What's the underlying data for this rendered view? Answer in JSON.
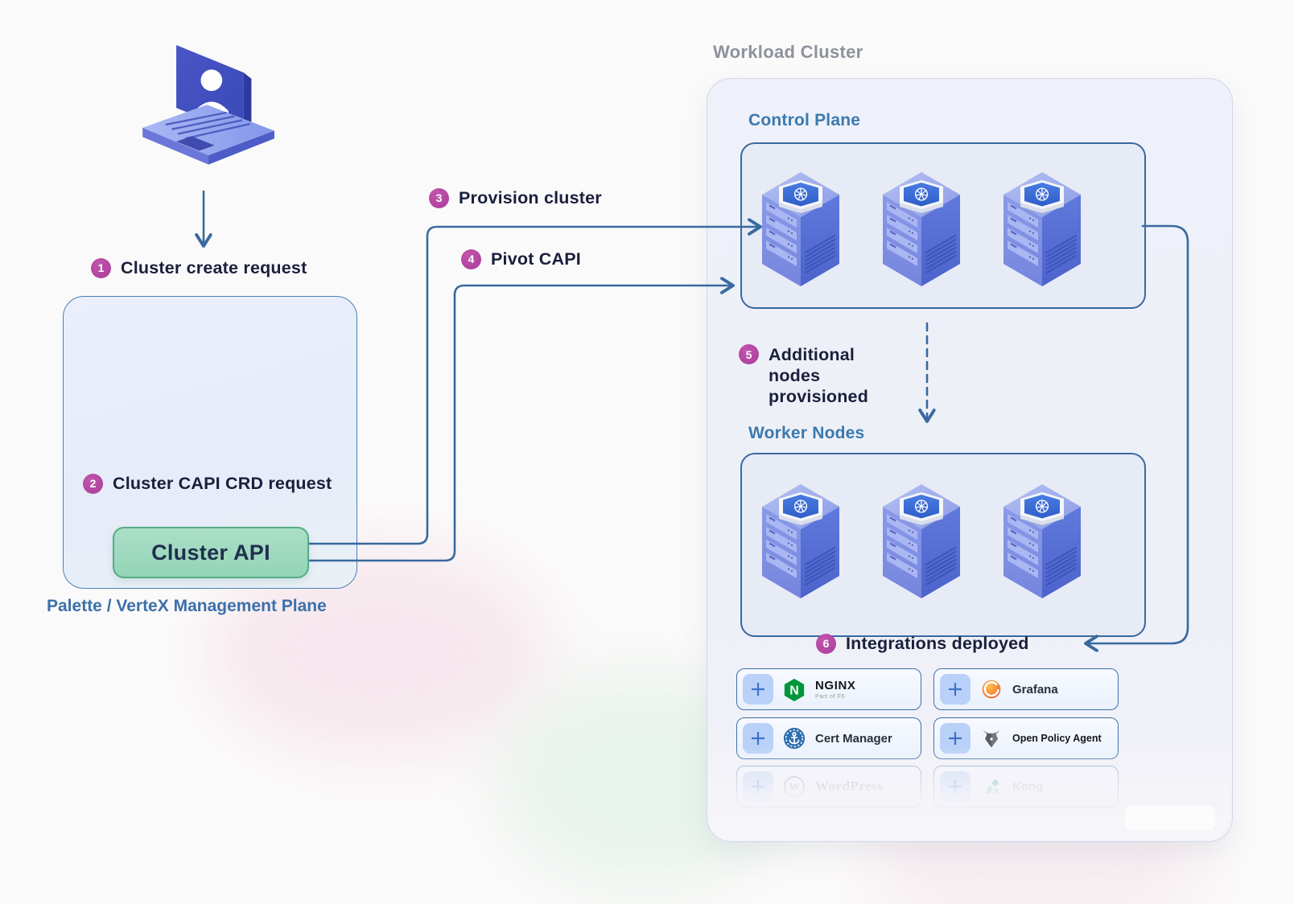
{
  "workload": {
    "title": "Workload Cluster",
    "control_plane_label": "Control Plane",
    "worker_nodes_label": "Worker Nodes"
  },
  "management": {
    "caption": "Palette / VerteX Management Plane",
    "cluster_api_label": "Cluster API"
  },
  "steps": [
    {
      "num": "1",
      "label": "Cluster create request"
    },
    {
      "num": "2",
      "label": "Cluster CAPI CRD request"
    },
    {
      "num": "3",
      "label": "Provision cluster"
    },
    {
      "num": "4",
      "label": "Pivot CAPI"
    },
    {
      "num": "5",
      "label": "Additional nodes provisioned"
    },
    {
      "num": "6",
      "label": "Integrations deployed"
    }
  ],
  "integrations": [
    {
      "name": "NGINX",
      "sub": "Part of F5",
      "icon": "nginx-logo",
      "faded": false
    },
    {
      "name": "Grafana",
      "icon": "grafana-logo",
      "faded": false
    },
    {
      "name": "Cert Manager",
      "icon": "cert-manager-logo",
      "faded": false
    },
    {
      "name": "Open Policy Agent",
      "icon": "opa-logo",
      "faded": false
    },
    {
      "name": "WordPress",
      "icon": "wordpress-logo",
      "faded": true
    },
    {
      "name": "Kong",
      "icon": "kong-logo",
      "faded": true
    }
  ],
  "icons": [
    "laptop-user-icon",
    "palette-logo",
    "dashboard-monitor-icon",
    "vertex-logo",
    "kubernetes-server-icon",
    "down-arrow",
    "dashed-down-arrow",
    "left-arrow"
  ],
  "colors": {
    "connector_blue": "#38699f",
    "badge_magenta": "#a93d97",
    "heading_navy": "#1b1f3c",
    "label_blue": "#3b79ae",
    "muted_gray": "#8d929c",
    "cluster_api_green_fill": "#9fd9bd",
    "cluster_api_green_border": "#54ac86",
    "box_fill": "#e7ebf6",
    "card_border": "#3f6fa9",
    "plus_tile": "#b9d1f8",
    "nginx_green": "#009639",
    "grafana_orange": "#f26a21",
    "cert_manager_blue": "#2e6fb0",
    "kong_teal": "#43b796"
  }
}
